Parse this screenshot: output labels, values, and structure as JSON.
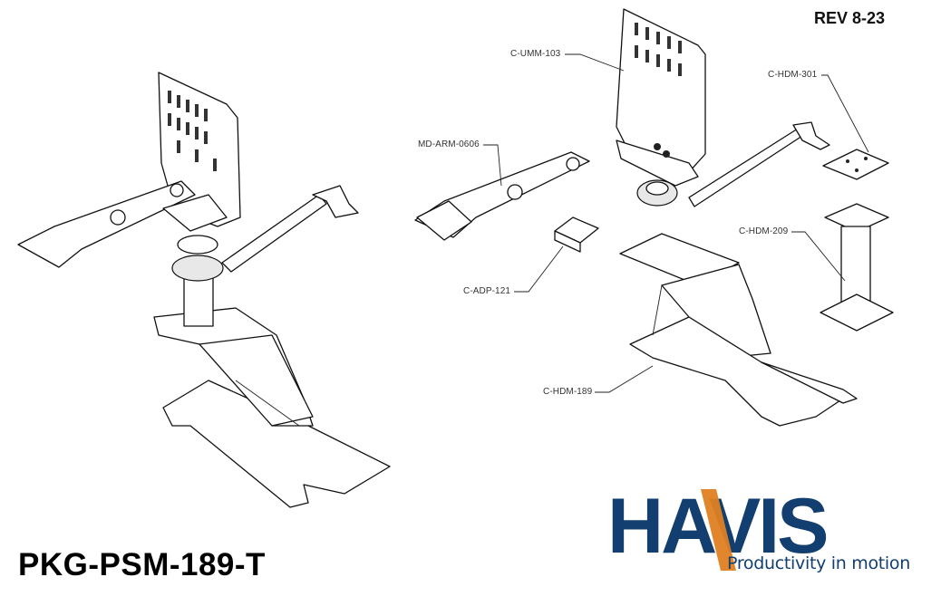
{
  "revision": "REV 8-23",
  "package_id": "PKG-PSM-189-T",
  "callouts": {
    "umm": "C-UMM-103",
    "hdm301": "C-HDM-301",
    "arm": "MD-ARM-0606",
    "hdm209": "C-HDM-209",
    "adp": "C-ADP-121",
    "hdm189": "C-HDM-189"
  },
  "brand": {
    "name": "HAVIS",
    "tagline": "Productivity in motion",
    "colors": {
      "blue": "#123f70",
      "orange": "#e07f22"
    }
  }
}
